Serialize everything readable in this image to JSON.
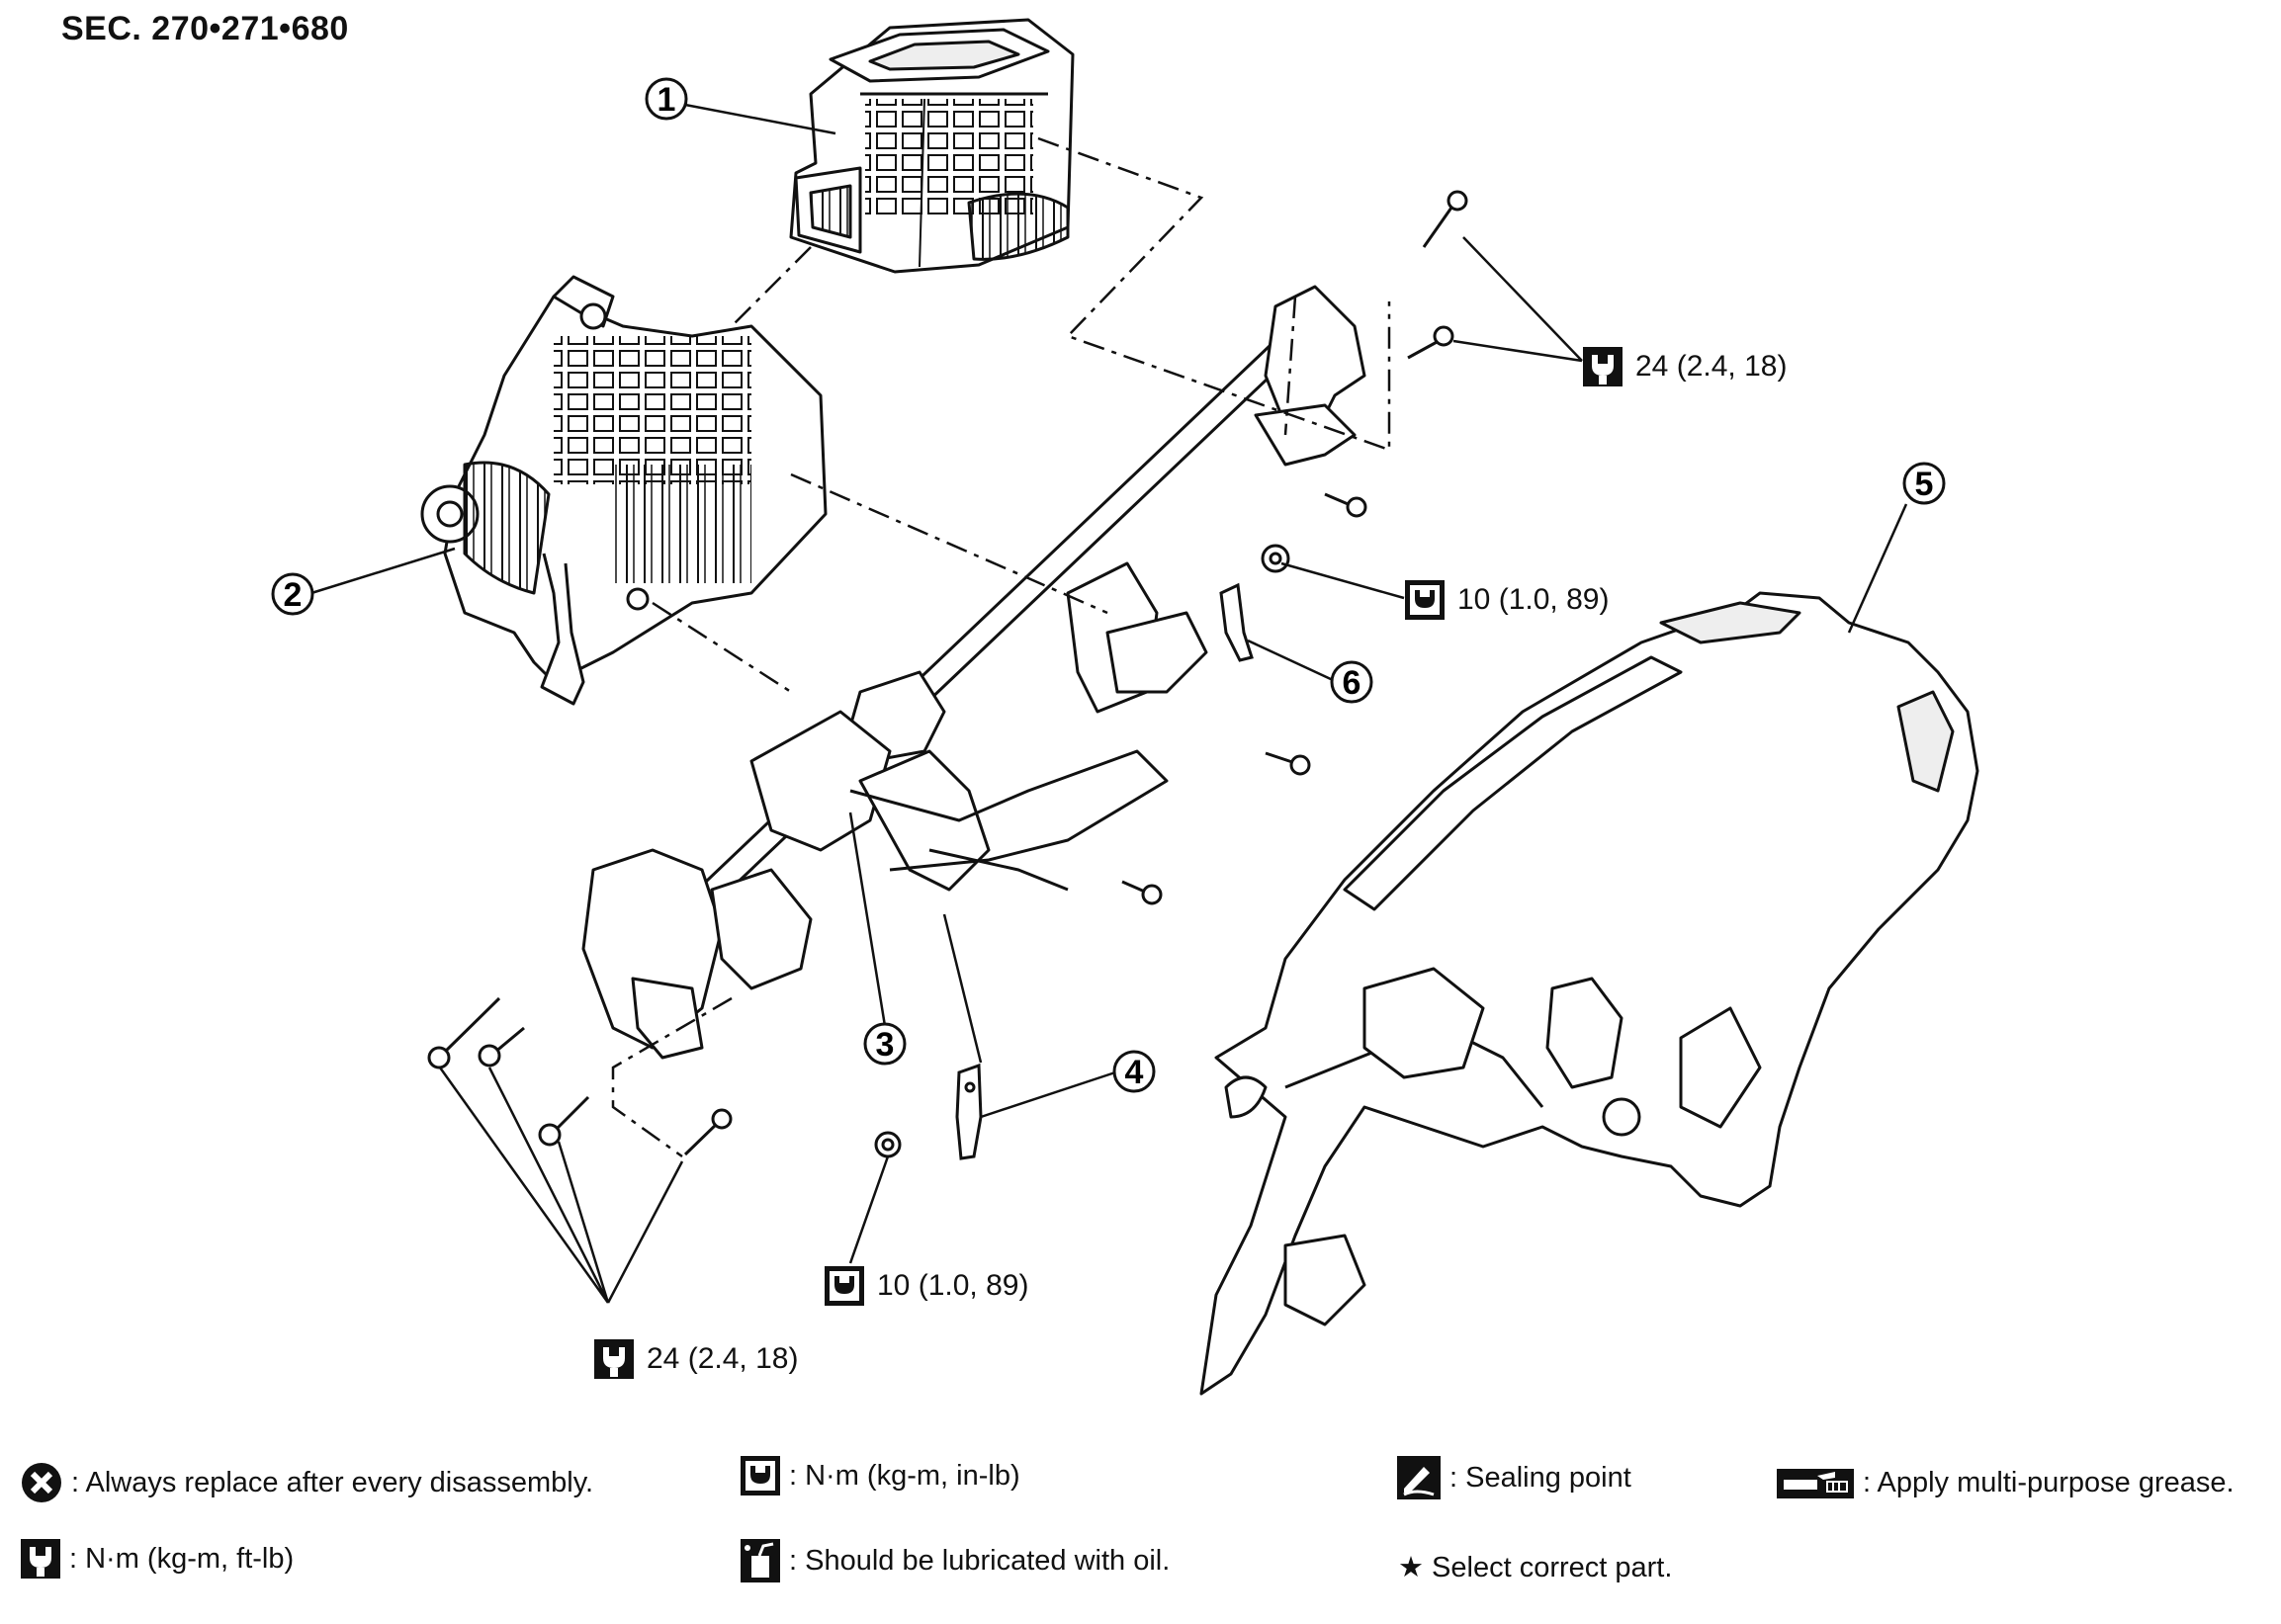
{
  "section": "SEC. 270•271•680",
  "callouts": [
    "1",
    "2",
    "3",
    "4",
    "5",
    "6"
  ],
  "torques": {
    "top_right": "24 (2.4, 18)",
    "mid_right": "10 (1.0, 89)",
    "bottom_center": "10 (1.0, 89)",
    "bottom_left": "24 (2.4, 18)"
  },
  "legend": {
    "replace": ": Always replace after every disassembly.",
    "nm_in_lb": ": N·m (kg-m, in-lb)",
    "sealing": ": Sealing point",
    "grease": ": Apply multi-purpose grease.",
    "nm_ft_lb": ": N·m (kg-m, ft-lb)",
    "oil": ": Should be lubricated with oil.",
    "select": "★ Select correct part."
  }
}
